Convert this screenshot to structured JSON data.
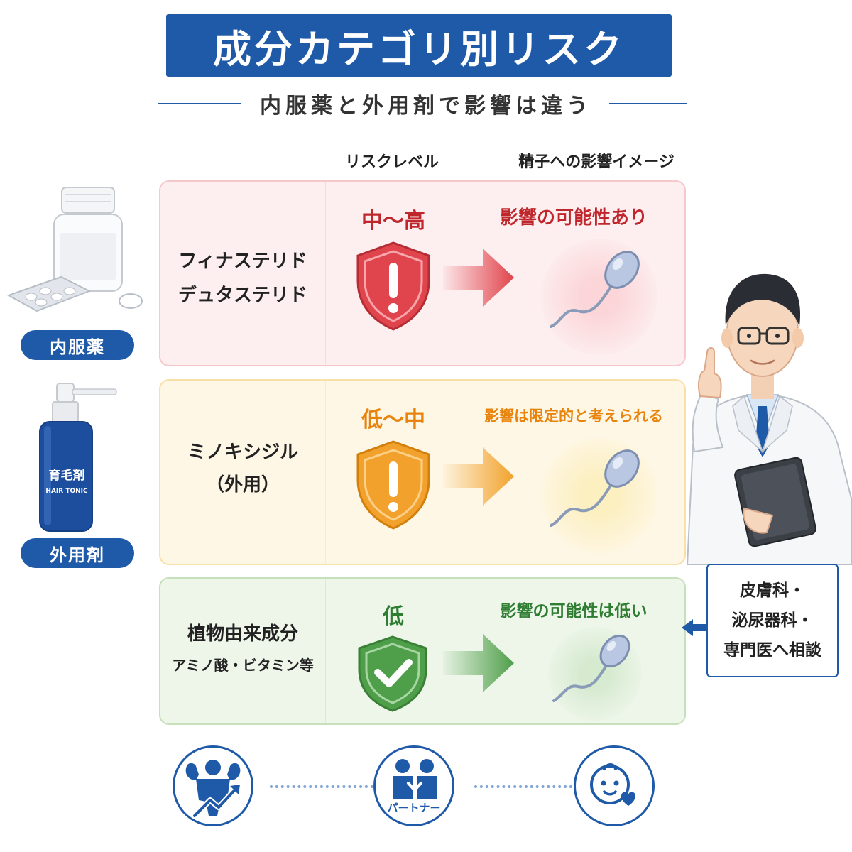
{
  "title": "成分カテゴリ別リスク",
  "subtitle": "内服薬と外用剤で影響は違う",
  "columns": {
    "risk_level": "リスクレベル",
    "sperm_effect": "精子への影響イメージ"
  },
  "categories": {
    "oral": "内服薬",
    "topical": "外用剤",
    "bottle_label_jp": "育毛剤",
    "bottle_label_en": "HAIR TONIC"
  },
  "rows": [
    {
      "ingredient_lines": [
        "フィナステリド",
        "デュタステリド"
      ],
      "level": "中～高",
      "effect": "影響の可能性あり",
      "color": "#c0272d"
    },
    {
      "ingredient_lines": [
        "ミノキシジル",
        "（外用）"
      ],
      "level": "低～中",
      "effect": "影響は限定的と考えられる",
      "color": "#e8840c"
    },
    {
      "ingredient_lines": [
        "植物由来成分",
        "アミノ酸・ビタミン等"
      ],
      "level": "低",
      "effect": "影響の可能性は低い",
      "color": "#2e7d32"
    }
  ],
  "advice": [
    "皮膚科・",
    "泌尿器科・",
    "専門医へ相談"
  ],
  "bottom_icons": {
    "partner_label": "パートナー"
  },
  "colors": {
    "brand_blue": "#1f5aa8",
    "high_red": "#e0444c",
    "mid_orange": "#f2a22c",
    "low_green": "#4f9f4a"
  }
}
